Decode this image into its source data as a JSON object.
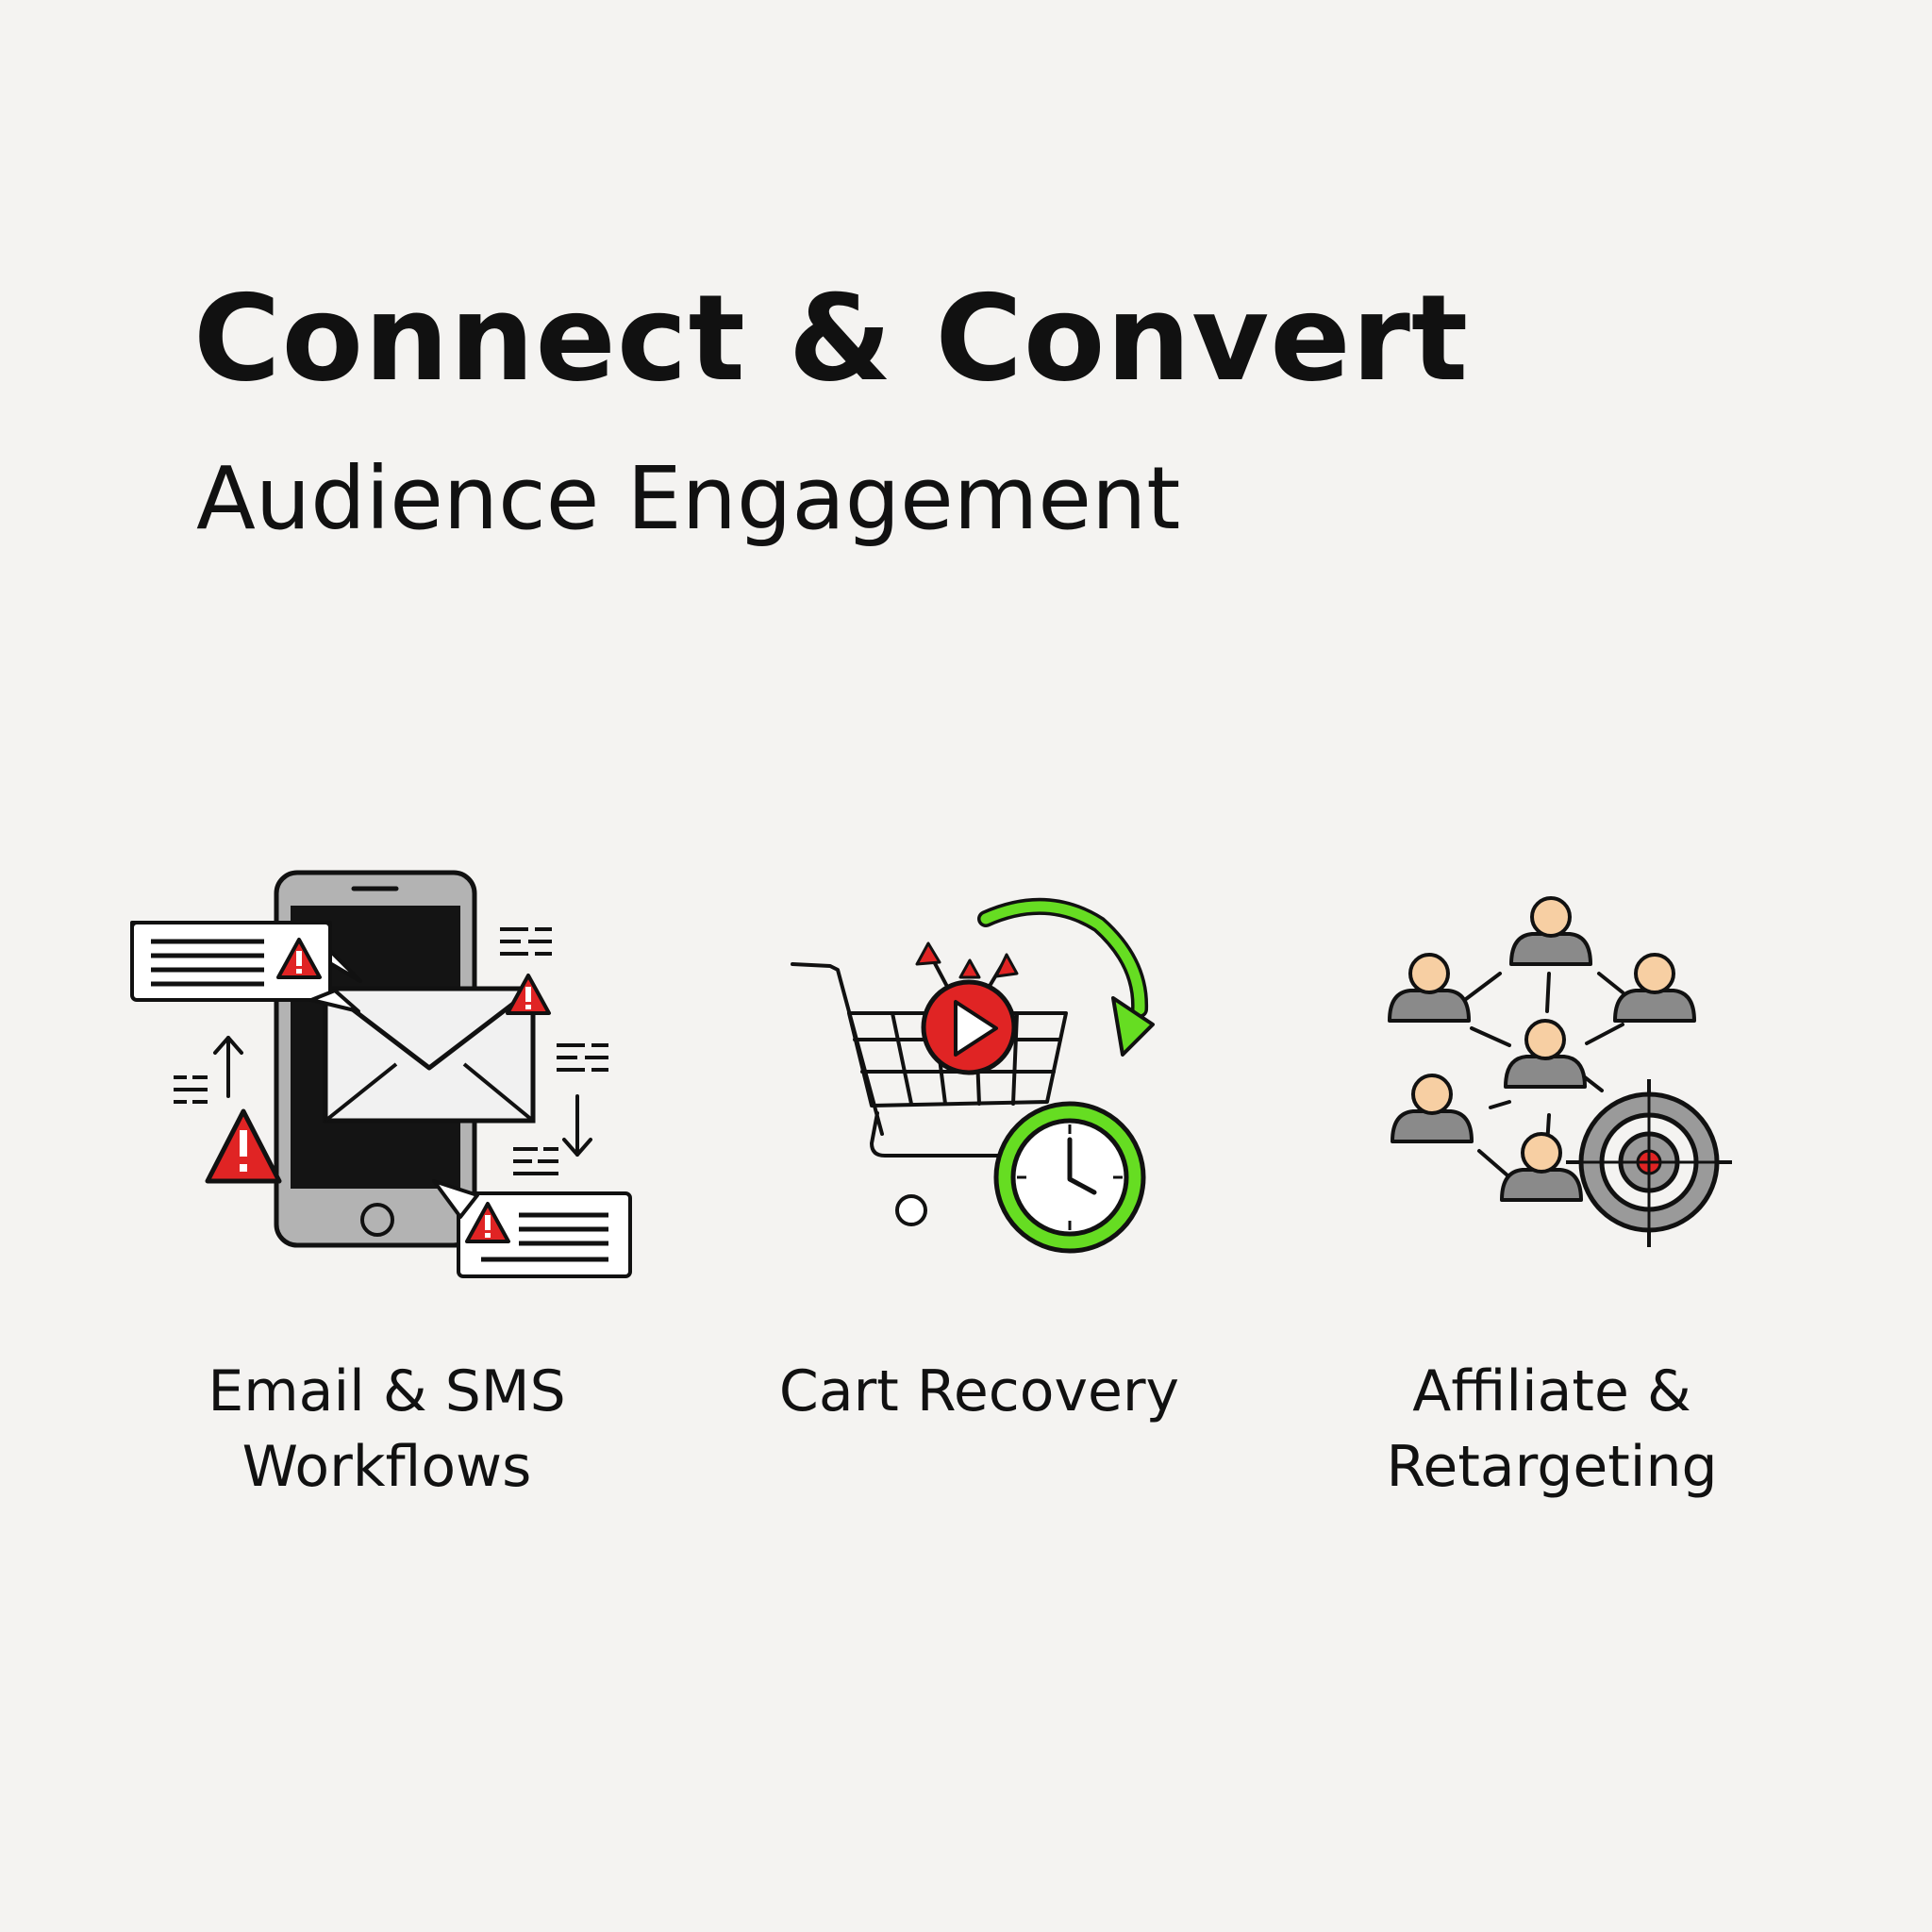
{
  "header": {
    "title": "Connect & Convert",
    "subtitle": "Audience Engagement"
  },
  "features": [
    {
      "id": "email-sms",
      "label_lines": [
        "Email & SMS",
        "Workflows"
      ],
      "icon": "phone-email-alert-icon"
    },
    {
      "id": "cart-recovery",
      "label_lines": [
        "Cart Recovery"
      ],
      "icon": "cart-recovery-icon"
    },
    {
      "id": "affiliate-retargeting",
      "label_lines": [
        "Affiliate &",
        "Retargeting"
      ],
      "icon": "network-target-icon"
    }
  ],
  "colors": {
    "background": "#f4f3f1",
    "text": "#111111",
    "alert_red": "#e02424",
    "recovery_green": "#66dd22",
    "phone_gray": "#b3b3b3",
    "person_skin": "#f7cfa3",
    "person_body": "#8a8a8a"
  }
}
